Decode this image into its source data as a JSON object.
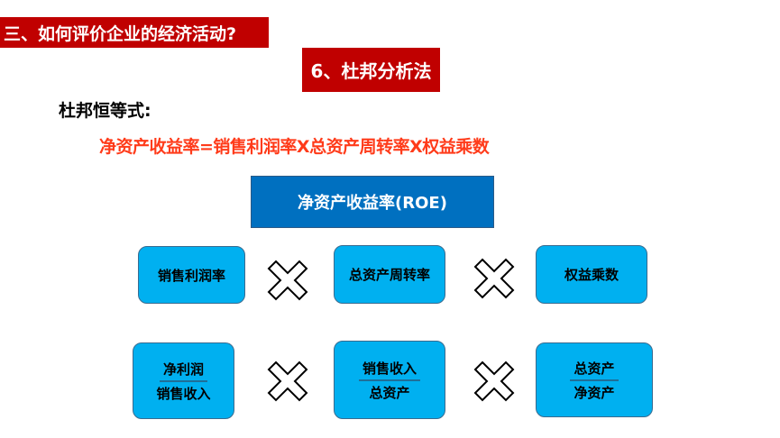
{
  "section_title": "三、如何评价企业的经济活动?",
  "subsection_title": "6、杜邦分析法",
  "identity_label": "杜邦恒等式:",
  "formula": "净资产收益率=销售利润率X总资产周转率X权益乘数",
  "roe_box": "净资产收益率(ROE)",
  "row1": [
    "销售利润率",
    "总资产周转率",
    "权益乘数"
  ],
  "row2": [
    {
      "numerator": "净利润",
      "denominator": "销售收入"
    },
    {
      "numerator": "销售收入",
      "denominator": "总资产"
    },
    {
      "numerator": "总资产",
      "denominator": "净资产"
    }
  ],
  "colors": {
    "banner": "#c00000",
    "formula": "#ff3b1a",
    "roe": "#0070c0",
    "box": "#00b0f0"
  }
}
